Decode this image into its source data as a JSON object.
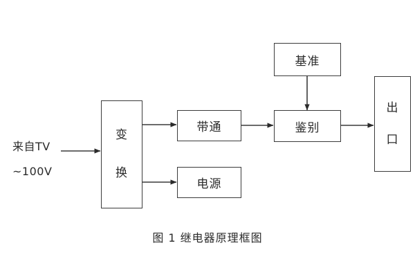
{
  "figure": {
    "caption": "图 1  继电器原理框图",
    "stroke_color": "#3a3a3a",
    "text_color": "#2b2b2b",
    "background_color": "#ffffff"
  },
  "input_label": {
    "line1": "来自TV",
    "line2": "~100V"
  },
  "blocks": {
    "converter": {
      "char1": "变",
      "char2": "换"
    },
    "bandpass": {
      "label": "带通"
    },
    "power_supply": {
      "label": "电源"
    },
    "reference": {
      "label": "基准"
    },
    "discriminator": {
      "label": "鉴别"
    },
    "output": {
      "char1": "出",
      "char2": "口"
    }
  },
  "connections": [
    {
      "name": "input-to-converter",
      "from": "来自TV ~100V",
      "to": "变换"
    },
    {
      "name": "converter-to-bandpass",
      "from": "变换",
      "to": "带通"
    },
    {
      "name": "converter-to-power-supply",
      "from": "变换",
      "to": "电源"
    },
    {
      "name": "bandpass-to-discriminator",
      "from": "带通",
      "to": "鉴别"
    },
    {
      "name": "reference-to-discriminator",
      "from": "基准",
      "to": "鉴别"
    },
    {
      "name": "discriminator-to-output",
      "from": "鉴别",
      "to": "出口"
    }
  ]
}
